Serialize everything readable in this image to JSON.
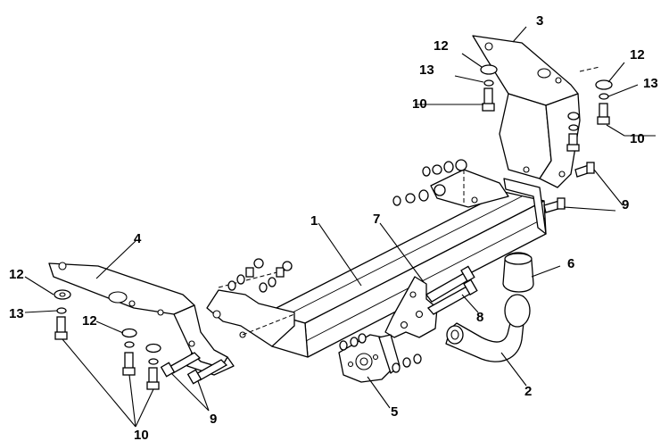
{
  "callouts": {
    "c1": "1",
    "c2": "2",
    "c3": "3",
    "c4": "4",
    "c5": "5",
    "c6": "6",
    "c7": "7",
    "c8": "8",
    "c9_right": "9",
    "c9_left": "9",
    "c10_tr_left": "10",
    "c10_tr_right": "10",
    "c10_bl": "10",
    "c12_tr_left": "12",
    "c12_tr_right": "12",
    "c12_bl_outer": "12",
    "c12_bl_inner": "12",
    "c13_tr_left": "13",
    "c13_tr_right": "13",
    "c13_bl": "13"
  }
}
